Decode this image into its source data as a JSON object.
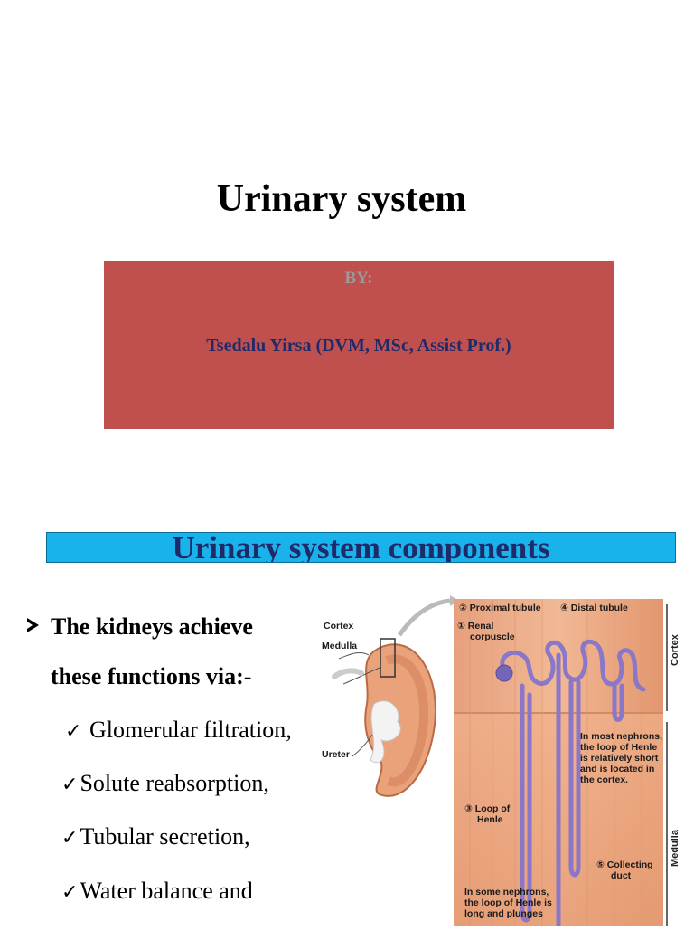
{
  "slide1": {
    "title": "Urinary system",
    "by_label": "BY:",
    "author": "Tsedalu Yirsa (DVM, MSc, Assist Prof.)"
  },
  "slide2": {
    "banner": "Urinary system components",
    "intro_line1": "The kidneys achieve",
    "intro_line2": "these functions via:-",
    "items": [
      "Glomerular filtration,",
      "Solute reabsorption,",
      "Tubular secretion,",
      "Water balance and"
    ]
  },
  "figure": {
    "labels": {
      "cortex": "Cortex",
      "medulla": "Medulla",
      "ureter": "Ureter",
      "proximal_tubule": "② Proximal tubule",
      "distal_tubule": "④ Distal tubule",
      "renal_corpuscle_1": "① Renal",
      "renal_corpuscle_2": "corpuscle",
      "cortex_side": "Cortex",
      "medulla_side": "Medulla",
      "short_loop": "In most nephrons, the loop of Henle is relatively short and is located in the cortex.",
      "loop_henle_1": "③ Loop of",
      "loop_henle_2": "Henle",
      "collecting_1": "⑤ Collecting",
      "collecting_2": "duct",
      "long_loop": "In some nephrons, the loop of Henle is long and plunges"
    }
  }
}
